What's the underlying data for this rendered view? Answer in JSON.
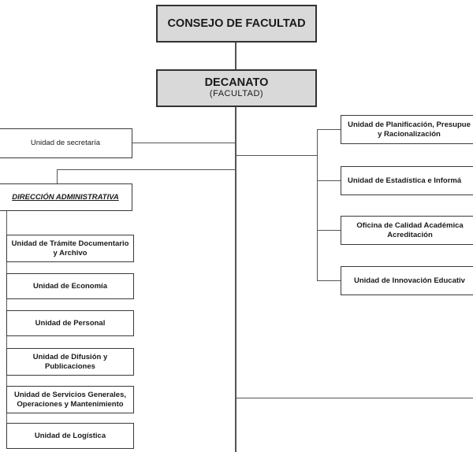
{
  "nodes": {
    "consejo": "CONSEJO DE FACULTAD",
    "decanato": "DECANATO",
    "decanato_sub": "(FACULTAD)",
    "secretaria": "Unidad de secretaría",
    "direccion": "DIRECCIÓN ADMINISTRATIVA",
    "tramite": "Unidad de Trámite Documentario y Archivo",
    "economia": "Unidad de Economía",
    "personal": "Unidad de Personal",
    "difusion": "Unidad de Difusión y Publicaciones",
    "servicios": "Unidad de Servicios Generales, Operaciones y Mantenimiento",
    "logistica": "Unidad de Logística",
    "planificacion": "Unidad de Planificación, Presupue y Racionalización",
    "estadistica": "Unidad de Estadística e Informá",
    "calidad": "Oficina de Calidad Académica Acreditación",
    "innovacion": "Unidad de Innovación Educativ"
  }
}
